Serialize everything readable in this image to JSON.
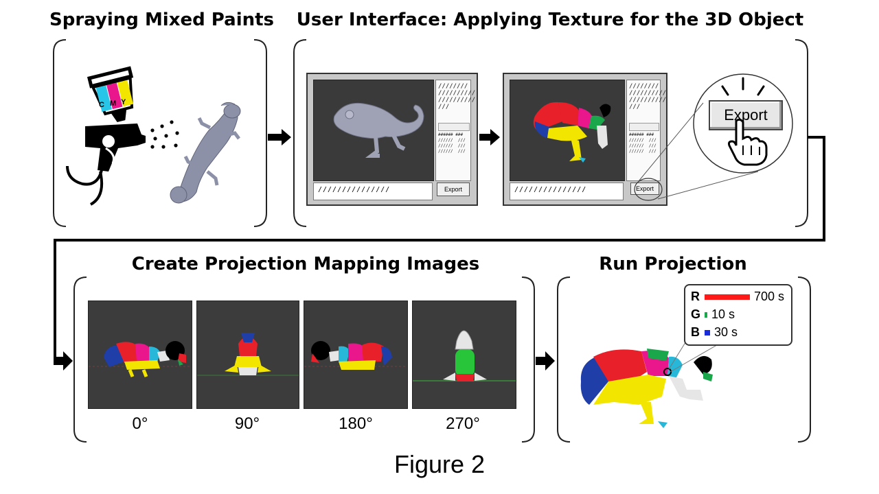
{
  "headings": {
    "spray": "Spraying Mixed Paints",
    "ui": "User Interface: Applying Texture for the 3D Object",
    "mapping": "Create Projection Mapping Images",
    "run": "Run Projection"
  },
  "cmy_labels": [
    "C",
    "M",
    "Y"
  ],
  "mini_ui": {
    "export_label": "Export",
    "console_text": "///////////////",
    "side_header_lines": "////////\n//////////\n//////////\n///",
    "side_list_lines": "###### ###\n//////  ///\n//////  ///\n//////  ///"
  },
  "zoom_export_label": "Export",
  "angles": [
    "0°",
    "90°",
    "180°",
    "270°"
  ],
  "legend": [
    {
      "channel": "R",
      "value": "700 s",
      "color": "#ff1a1a",
      "bar_fraction": 1.0
    },
    {
      "channel": "G",
      "value": "10 s",
      "color": "#1aa64b",
      "bar_fraction": 0.06
    },
    {
      "channel": "B",
      "value": "30 s",
      "color": "#1a2bd9",
      "bar_fraction": 0.12
    }
  ],
  "caption": "Figure 2",
  "colors": {
    "paint_red": "#e8202a",
    "paint_magenta": "#e9168c",
    "paint_yellow": "#f2e600",
    "paint_blue": "#1f3ea8",
    "paint_cyan": "#27b7d8",
    "paint_green": "#1aa64b",
    "chameleon_gray": "#8d91a8"
  }
}
